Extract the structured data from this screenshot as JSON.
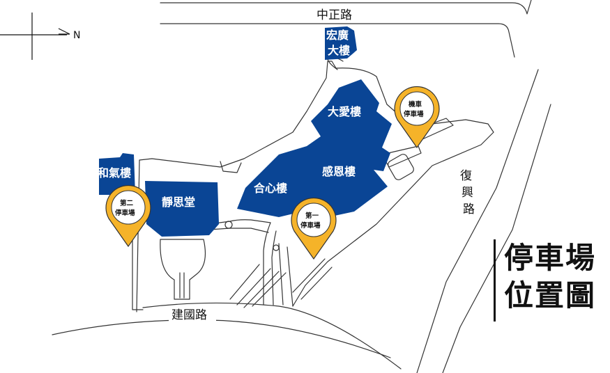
{
  "compass": {
    "label": "N",
    "icon": "north-arrow-icon"
  },
  "roads": {
    "north": "中正路",
    "south": "建國路",
    "east": [
      "復",
      "興",
      "路"
    ]
  },
  "buildings": {
    "honggong": [
      "宏廣",
      "大樓"
    ],
    "daai": "大愛樓",
    "ganen": "感恩樓",
    "hexin": "合心樓",
    "jingsi": "靜思堂",
    "heqi": "和氣樓"
  },
  "parking": [
    {
      "id": "motorcycle",
      "lines": [
        "機車",
        "停車場"
      ]
    },
    {
      "id": "second",
      "lines": [
        "第二",
        "停車場"
      ]
    },
    {
      "id": "first",
      "lines": [
        "第一",
        "停車場"
      ]
    }
  ],
  "title": {
    "line1": "停車場",
    "line2": "位置圖"
  },
  "colors": {
    "building": "#0a4595",
    "pin": "#f5b329",
    "stroke": "#333333"
  }
}
